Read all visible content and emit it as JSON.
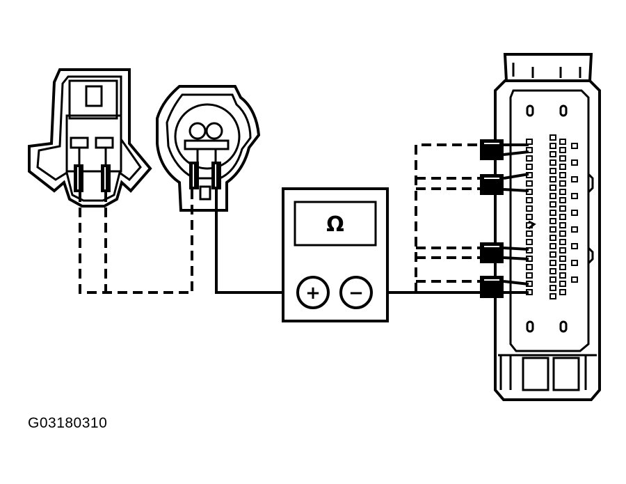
{
  "figure": {
    "id_label": "G03180310"
  },
  "meter": {
    "display_symbol": "Ω",
    "positive_symbol": "+",
    "negative_symbol": "−"
  },
  "colors": {
    "ink": "#000000",
    "paper": "#ffffff"
  },
  "icons": {
    "left_connector": "two-pin-sensor-connector",
    "round_connector": "round-two-pin-connector",
    "meter": "ohmmeter",
    "module": "control-module-connector"
  }
}
